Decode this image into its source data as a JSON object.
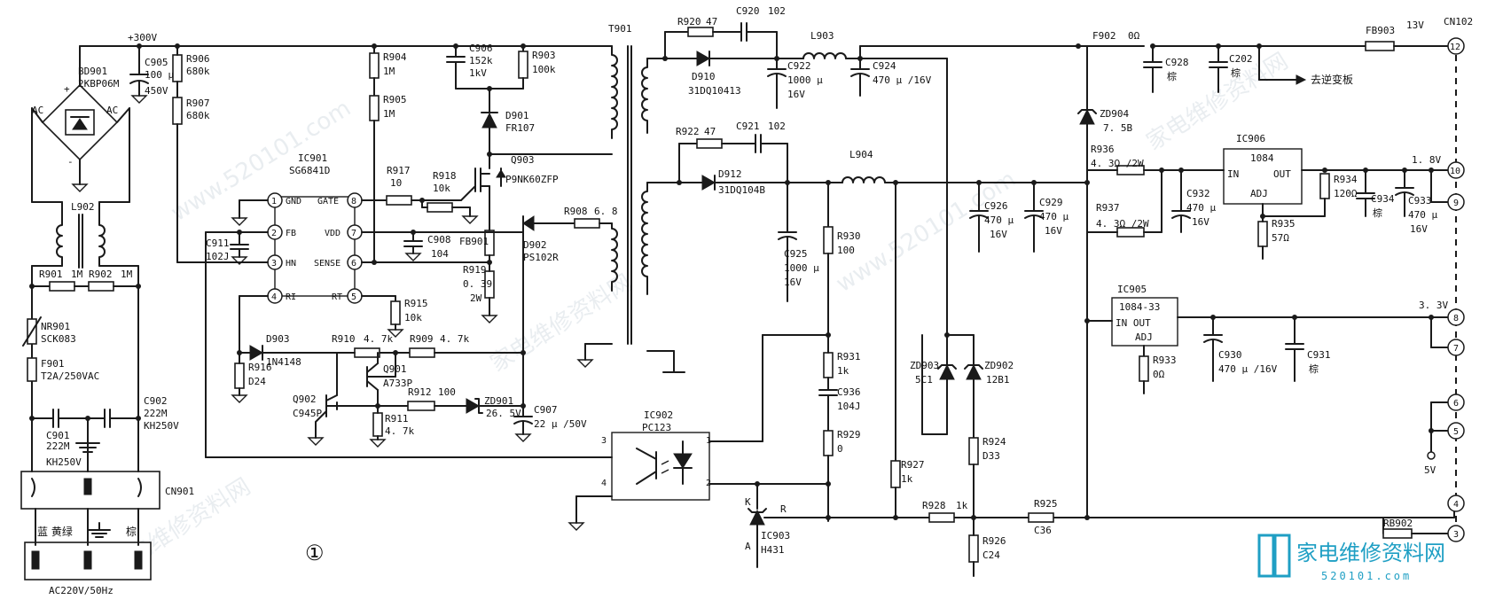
{
  "figure_number": "①",
  "mains": {
    "source": "AC220V/50Hz",
    "wires": "蓝 黄绿",
    "brown": "棕",
    "ground_label": "⏚"
  },
  "connector_in": "CN901",
  "bridge": {
    "ref": "BD901",
    "part": "2KBP06M",
    "ac1": "AC",
    "ac2": "AC",
    "plus": "+",
    "minus": "-"
  },
  "rail": "+300V",
  "components": {
    "C905": {
      "ref": "C905",
      "value": "100 μ",
      "rating": "450V"
    },
    "R906": {
      "ref": "R906",
      "value": "680k"
    },
    "R907": {
      "ref": "R907",
      "value": "680k"
    },
    "L902": {
      "ref": "L902"
    },
    "R901": {
      "ref": "R901",
      "value": "1M"
    },
    "R902": {
      "ref": "R902",
      "value": "1M"
    },
    "NR901": {
      "ref": "NR901",
      "value": "SCK083"
    },
    "F901": {
      "ref": "F901",
      "value": "T2A/250VAC"
    },
    "C901": {
      "ref": "C901",
      "value": "222M",
      "rating": "KH250V"
    },
    "C902": {
      "ref": "C902",
      "value": "222M",
      "rating": "KH250V"
    },
    "C911": {
      "ref": "C911",
      "value": "102J"
    },
    "R904": {
      "ref": "R904",
      "value": "1M"
    },
    "R905": {
      "ref": "R905",
      "value": "1M"
    },
    "C906": {
      "ref": "C906",
      "value": "152k",
      "rating": "1kV"
    },
    "R903": {
      "ref": "R903",
      "value": "100k"
    },
    "D901": {
      "ref": "D901",
      "value": "FR107"
    },
    "Q903": {
      "ref": "Q903",
      "value": "P9NK60ZFP"
    },
    "R917": {
      "ref": "R917",
      "value": "10"
    },
    "R918": {
      "ref": "R918",
      "value": "10k"
    },
    "C908": {
      "ref": "C908",
      "value": "104"
    },
    "FB901": {
      "ref": "FB901"
    },
    "R919": {
      "ref": "R919",
      "value": "0. 39",
      "rating": "2W"
    },
    "D902": {
      "ref": "D902",
      "value": "PS102R"
    },
    "R908": {
      "ref": "R908",
      "value": "6. 8"
    },
    "R915": {
      "ref": "R915",
      "value": "10k"
    },
    "D903": {
      "ref": "D903",
      "value": "1N4148"
    },
    "R916": {
      "ref": "R916",
      "value": "D24"
    },
    "R910": {
      "ref": "R910",
      "value": "4. 7k"
    },
    "R909": {
      "ref": "R909",
      "value": "4. 7k"
    },
    "Q901": {
      "ref": "Q901",
      "value": "A733P"
    },
    "Q902": {
      "ref": "Q902",
      "value": "C945P"
    },
    "R912": {
      "ref": "R912",
      "value": "100"
    },
    "ZD901": {
      "ref": "ZD901",
      "value": "26. 5V"
    },
    "R911": {
      "ref": "R911",
      "value": "4. 7k"
    },
    "C907": {
      "ref": "C907",
      "value": "22 μ /50V"
    },
    "T901": {
      "ref": "T901"
    },
    "R920": {
      "ref": "R920",
      "value": "47"
    },
    "C920": {
      "ref": "C920",
      "value": "102"
    },
    "D910": {
      "ref": "D910",
      "value": "31DQ10413"
    },
    "C922": {
      "ref": "C922",
      "value": "1000 μ",
      "rating": "16V"
    },
    "L903": {
      "ref": "L903"
    },
    "C924": {
      "ref": "C924",
      "value": "470 μ /16V"
    },
    "R922": {
      "ref": "R922",
      "value": "47"
    },
    "C921": {
      "ref": "C921",
      "value": "102"
    },
    "D912": {
      "ref": "D912",
      "value": "31DQ104B"
    },
    "C925": {
      "ref": "C925",
      "value": "1000 μ",
      "rating": "16V"
    },
    "L904": {
      "ref": "L904"
    },
    "R930": {
      "ref": "R930",
      "value": "100"
    },
    "R931": {
      "ref": "R931",
      "value": "1k"
    },
    "C936": {
      "ref": "C936",
      "value": "104J"
    },
    "R929": {
      "ref": "R929",
      "value": "0"
    },
    "IC902": {
      "ref": "IC902",
      "value": "PC123"
    },
    "IC903": {
      "ref": "IC903",
      "value": "H431",
      "k": "K",
      "r": "R",
      "a": "A"
    },
    "C926": {
      "ref": "C926",
      "value": "470 μ",
      "rating": "16V"
    },
    "C929": {
      "ref": "C929",
      "value": "470 μ",
      "rating": "16V"
    },
    "R927": {
      "ref": "R927",
      "value": "1k"
    },
    "ZD903": {
      "ref": "ZD903",
      "value": "5C1"
    },
    "ZD902": {
      "ref": "ZD902",
      "value": "12B1"
    },
    "R924": {
      "ref": "R924",
      "value": "D33"
    },
    "R928": {
      "ref": "R928",
      "value": "1k"
    },
    "R926": {
      "ref": "R926",
      "value": "C24"
    },
    "R925": {
      "ref": "R925",
      "value": "C36"
    },
    "F902": {
      "ref": "F902",
      "value": "0Ω"
    },
    "C928": {
      "ref": "C928",
      "value": "棕"
    },
    "C202": {
      "ref": "C202",
      "value": "棕"
    },
    "ZD904": {
      "ref": "ZD904",
      "value": "7. 5B"
    },
    "R936": {
      "ref": "R936",
      "value": "4. 3Ω /2W"
    },
    "R937": {
      "ref": "R937",
      "value": "4. 3Ω /2W"
    },
    "C932": {
      "ref": "C932",
      "value": "470 μ",
      "rating": "16V"
    },
    "R934": {
      "ref": "R934",
      "value": "120Ω"
    },
    "R935": {
      "ref": "R935",
      "value": "57Ω"
    },
    "C934": {
      "ref": "C934",
      "value": "棕"
    },
    "C933": {
      "ref": "C933",
      "value": "470 μ",
      "rating": "16V"
    },
    "R933": {
      "ref": "R933",
      "value": "0Ω"
    },
    "C930": {
      "ref": "C930",
      "value": "470 μ /16V"
    },
    "C931": {
      "ref": "C931",
      "value": "棕"
    },
    "FB903": {
      "ref": "FB903"
    },
    "RB902": {
      "ref": "RB902"
    }
  },
  "ic901": {
    "ref": "IC901",
    "part": "SG6841D",
    "pins": [
      {
        "num": "1",
        "name": "GND"
      },
      {
        "num": "2",
        "name": "FB"
      },
      {
        "num": "3",
        "name": "HN"
      },
      {
        "num": "4",
        "name": "RI"
      },
      {
        "num": "8",
        "name": "GATE"
      },
      {
        "num": "7",
        "name": "VDD"
      },
      {
        "num": "6",
        "name": "SENSE"
      },
      {
        "num": "5",
        "name": "RT"
      }
    ]
  },
  "ic906": {
    "ref": "IC906",
    "part": "1084",
    "in": "IN",
    "out": "OUT",
    "adj": "ADJ"
  },
  "ic905": {
    "ref": "IC905",
    "part": "1084-33",
    "in": "IN OUT",
    "adj": "ADJ"
  },
  "to_inverter": "去逆变板",
  "connector_out": {
    "ref": "CN102",
    "rails": {
      "v13": "13V",
      "v18": "1. 8V",
      "v33": "3. 3V",
      "v5": "5V"
    },
    "pins": [
      "12",
      "10",
      "9",
      "8",
      "7",
      "6",
      "5",
      "4",
      "3"
    ]
  },
  "watermark": {
    "text": "家电维修资料网",
    "url": "www.520101.com"
  },
  "logo": {
    "cn": "家电维修资料网",
    "url": "520101.com"
  }
}
